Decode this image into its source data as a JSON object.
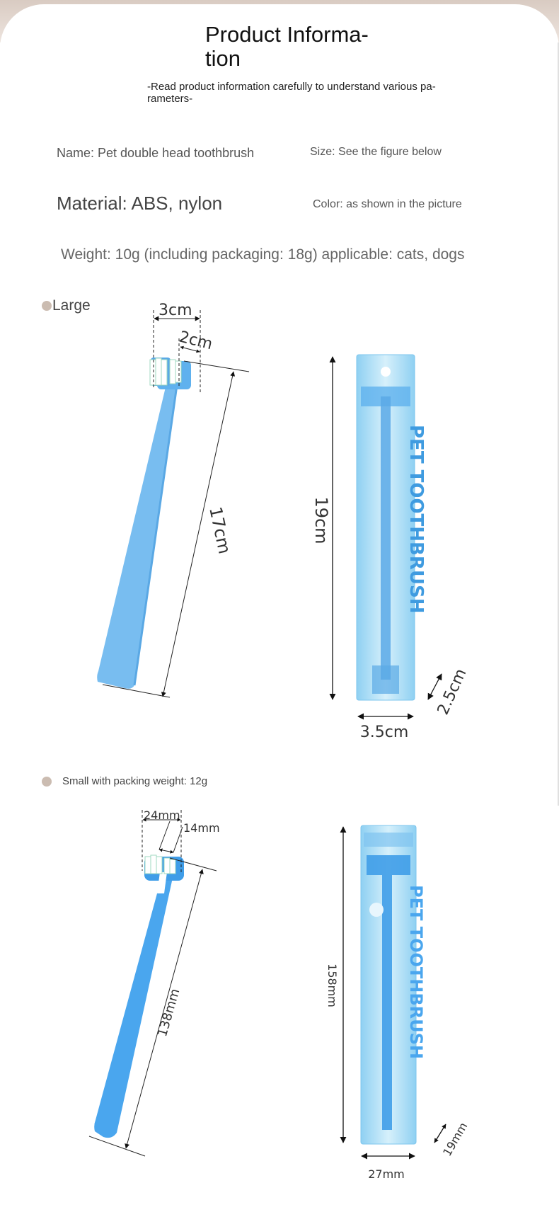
{
  "header": {
    "title": "Product Informa-\ntion",
    "subtitle": "-Read product information carefully to understand various pa-\nrameters-"
  },
  "info": {
    "name": "Name: Pet double head toothbrush",
    "size": "Size: See the figure below",
    "material": "Material: ABS, nylon",
    "color": "Color: as shown in the picture",
    "weight": "Weight: 10g (including packaging: 18g) applicable: cats, dogs"
  },
  "large": {
    "label": "Large",
    "head_width": "3cm",
    "head_depth": "2cm",
    "handle_length": "17cm",
    "pack_height": "19cm",
    "pack_width": "3.5cm",
    "pack_depth": "2.5cm",
    "pack_text": "PET TOOTHBRUSH"
  },
  "small": {
    "label": "Small with packing weight: 12g",
    "head_width": "24mm",
    "head_depth": "14mm",
    "handle_length": "138mm",
    "pack_height": "158mm",
    "pack_width": "27mm",
    "pack_depth": "19mm",
    "pack_text": "PET TOOTHBRUSH"
  },
  "colors": {
    "band": "#d9cbc2",
    "dot": "#cbbcb1",
    "brush_blue": "#6db3ea",
    "pack_blue": "#a9dcf6"
  }
}
